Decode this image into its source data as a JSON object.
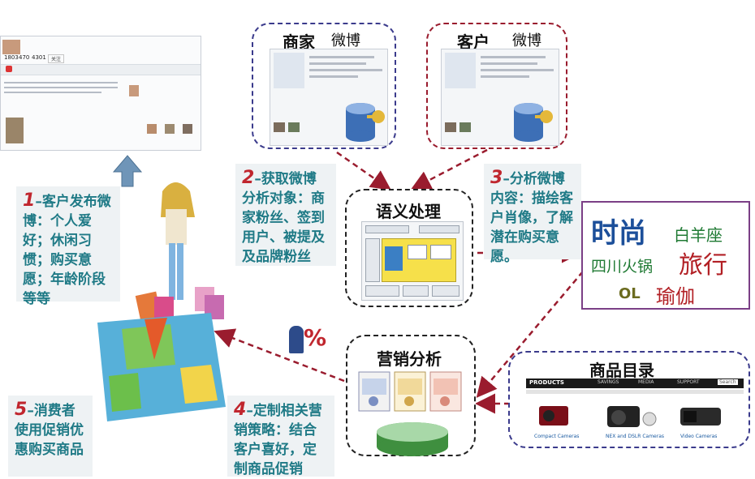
{
  "boxes": {
    "merchant": {
      "title": "商家",
      "subtitle": "微博"
    },
    "customer": {
      "title": "客户",
      "subtitle": "微博"
    },
    "semantic": {
      "title": "语义处理"
    },
    "marketing": {
      "title": "营销分析"
    },
    "catalog": {
      "title": "商品目录",
      "nav": [
        "PRODUCTS",
        "SAVINGS",
        "MEDIA",
        "SUPPORT"
      ],
      "search_placeholder": "Search",
      "items": [
        "Compact Cameras",
        "NEX and DSLR Cameras",
        "Video Cameras"
      ]
    },
    "tags": {
      "words": [
        "时尚",
        "白羊座",
        "四川火锅",
        "旅行",
        "OL",
        "瑜伽"
      ],
      "colors": {
        "时尚": "#1c4f9a",
        "白羊座": "#1f7a33",
        "四川火锅": "#1f7a33",
        "旅行": "#b21f24",
        "OL": "#6b6b1f",
        "瑜伽": "#b21f24"
      }
    }
  },
  "notes": {
    "n1": {
      "num": "1",
      "text": "–客户发布微博：个人爱好；休闲习惯；购买意愿；年龄阶段等等"
    },
    "n2": {
      "num": "2",
      "text": "–获取微博分析对象：商家粉丝、签到用户、被提及及品牌粉丝"
    },
    "n3": {
      "num": "3",
      "text": "–分析微博内容：描绘客户肖像，了解潜在购买意愿。"
    },
    "n4": {
      "num": "4",
      "text": "–定制相关营销策略：结合客户喜好，定制商品促销"
    },
    "n5": {
      "num": "5",
      "text": "–消费者使用促销优惠购买商品"
    }
  },
  "weibo_profile": {
    "stats": [
      "1803",
      "470",
      "4301"
    ],
    "follow_button": "关注"
  },
  "percent_icon": "%",
  "colors": {
    "arrow": "#9a1c2e",
    "note_text": "#1f7a86",
    "note_number": "#c0262e"
  }
}
